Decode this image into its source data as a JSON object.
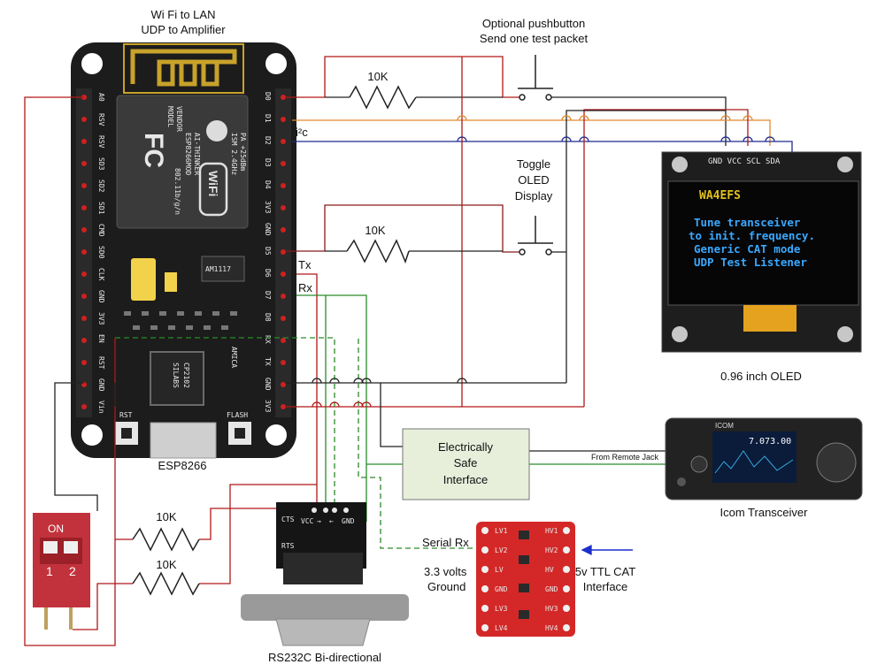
{
  "labels": {
    "wifi_line1": "Wi Fi to LAN",
    "wifi_line2": "UDP to Amplifier",
    "pushbutton_line1": "Optional pushbutton",
    "pushbutton_line2": "Send one test packet",
    "toggle_line1": "Toggle",
    "toggle_line2": "OLED",
    "toggle_line3": "Display",
    "resistor_top": "10K",
    "resistor_mid": "10K",
    "resistor_left_upper": "10K",
    "resistor_left_lower": "10K",
    "i2c": "i²c",
    "tx": "Tx",
    "rx": "Rx",
    "esp8266": "ESP8266",
    "oled_caption": "0.96 inch OLED",
    "interface_line1": "Electrically",
    "interface_line2": "Safe",
    "interface_line3": "Interface",
    "from_remote_jack": "From Remote Jack",
    "icom_caption": "Icom Transceiver",
    "rs232_caption": "RS232C Bi-directional",
    "serial_rx": "Serial Rx",
    "three_volts": "3.3 volts",
    "ground": "Ground",
    "ttl_line1": "5v TTL CAT",
    "ttl_line2": "Interface",
    "dip_on": "ON",
    "dip_1": "1",
    "dip_2": "2"
  },
  "esp_board": {
    "left_pins": [
      "A0",
      "RSV",
      "RSV",
      "SD3",
      "SD2",
      "SD1",
      "CMD",
      "SD0",
      "CLK",
      "GND",
      "3V3",
      "EN",
      "RST",
      "GND",
      "Vin"
    ],
    "right_pins": [
      "D0",
      "D1",
      "D2",
      "D3",
      "D4",
      "3V3",
      "GND",
      "D5",
      "D6",
      "D7",
      "D8",
      "RX",
      "TX",
      "GND",
      "3V3"
    ],
    "module_lines": [
      "MODEL",
      "VENDOR",
      "ESP8266MOD",
      "AI-THINKER",
      "ISM 2.4GHz",
      "PA +25dBm",
      "802.11b/g/n"
    ],
    "chip_lines": [
      "SILABS",
      "CP2102"
    ],
    "brand": "AMICA",
    "regulator": "AM1117",
    "rst_label": "RST",
    "flash_label": "FLASH"
  },
  "oled": {
    "header_pins": "GND VCC SCL SDA",
    "line_callsign": "WA4EFS",
    "line1": "Tune transceiver",
    "line2": "to init. frequency.",
    "line3": "Generic CAT mode",
    "line4": "UDP Test Listener"
  },
  "rs232_board": {
    "pins": [
      "VCC",
      "→",
      "←",
      "GND"
    ],
    "cts": "CTS",
    "rts": "RTS"
  },
  "level_shifter": {
    "left_labels": [
      "LV1",
      "LV2",
      "LV",
      "GND",
      "LV3",
      "LV4"
    ],
    "right_labels": [
      "HV1",
      "HV2",
      "HV",
      "GND",
      "HV3",
      "HV4"
    ]
  },
  "radio": {
    "brand": "ICOM",
    "freq": "7.073.00"
  },
  "colors": {
    "wire_red": "#b01818",
    "wire_darkred": "#8b1a1a",
    "wire_orange": "#e08a2e",
    "wire_blue": "#1f2a8f",
    "wire_black": "#222222",
    "wire_green": "#2a8a2a",
    "serial_rx_green": "#1a7a1a",
    "three_volts_red": "#cc1f1f",
    "arrow_blue": "#1a2fcc"
  }
}
